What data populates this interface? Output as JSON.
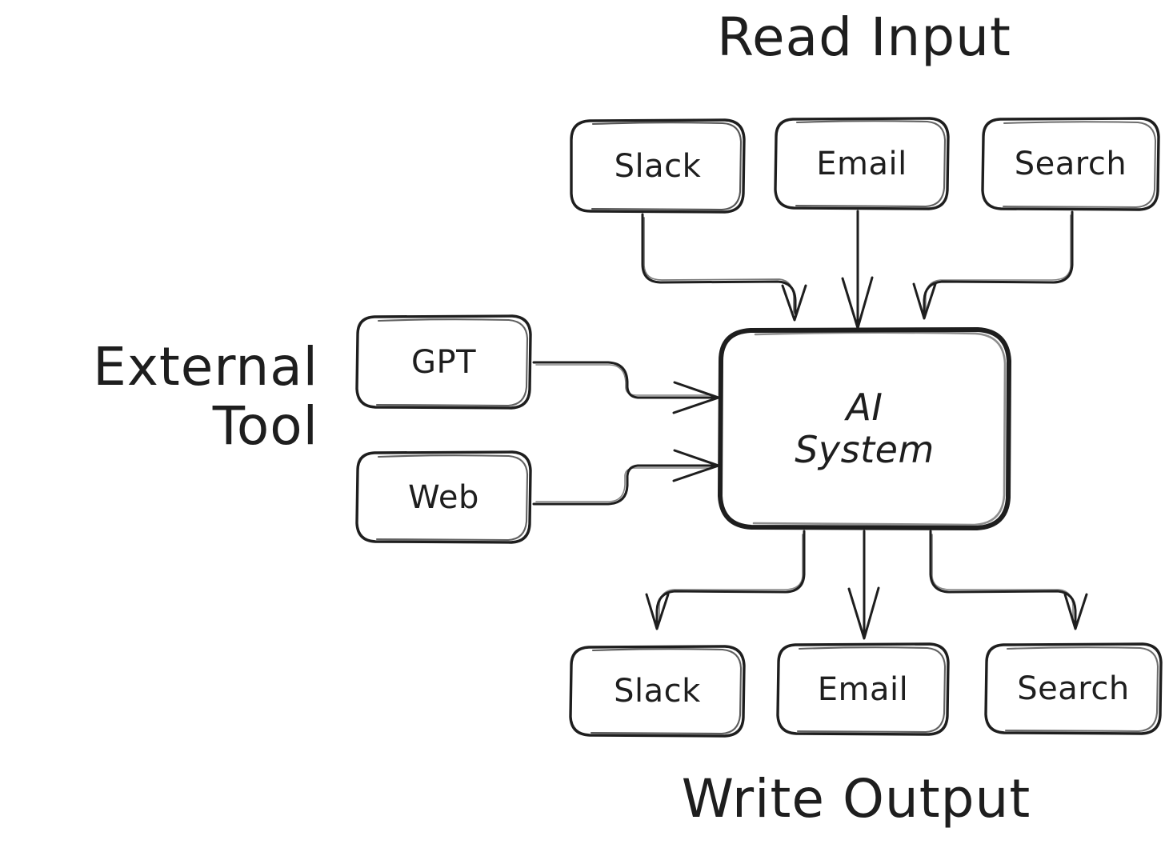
{
  "diagram": {
    "title_read": "Read Input",
    "title_write": "Write Output",
    "title_external": "External Tool",
    "title_external_line1": "External",
    "title_external_line2": "Tool",
    "style": "hand-drawn",
    "stroke_color": "#1e1e1e",
    "background_color": "#ffffff",
    "fill_color": "#ffffff"
  },
  "center_node": {
    "label": "AI System",
    "line1": "AI",
    "line2": "System"
  },
  "read_input": {
    "heading": "Read Input",
    "nodes": [
      {
        "label": "Slack"
      },
      {
        "label": "Email"
      },
      {
        "label": "Search"
      }
    ]
  },
  "write_output": {
    "heading": "Write Output",
    "nodes": [
      {
        "label": "Slack"
      },
      {
        "label": "Email"
      },
      {
        "label": "Search"
      }
    ]
  },
  "external_tool": {
    "heading": "External Tool",
    "nodes": [
      {
        "label": "GPT"
      },
      {
        "label": "Web"
      }
    ]
  },
  "edges": [
    {
      "from": "Slack (input)",
      "to": "AI System",
      "direction": "down"
    },
    {
      "from": "Email (input)",
      "to": "AI System",
      "direction": "down"
    },
    {
      "from": "Search (input)",
      "to": "AI System",
      "direction": "down"
    },
    {
      "from": "GPT",
      "to": "AI System",
      "direction": "right"
    },
    {
      "from": "Web",
      "to": "AI System",
      "direction": "right"
    },
    {
      "from": "AI System",
      "to": "Slack (output)",
      "direction": "down"
    },
    {
      "from": "AI System",
      "to": "Email (output)",
      "direction": "down"
    },
    {
      "from": "AI System",
      "to": "Search (output)",
      "direction": "down"
    }
  ]
}
